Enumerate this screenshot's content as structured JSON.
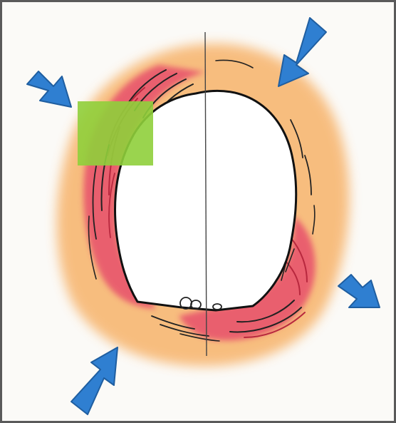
{
  "illustration": {
    "subject": "tunnel-cross-section",
    "colors": {
      "outer_halo": "#f7b36a",
      "inner_zone": "#e8586d",
      "arrow_fill": "#2f7fd1",
      "arrow_stroke": "#1f5ea0",
      "highlight_box": "#8fcf3b",
      "outline": "#111111",
      "frame_border": "#5a5a5a"
    },
    "arrows": [
      {
        "name": "top-left",
        "direction": "down-right"
      },
      {
        "name": "top-right",
        "direction": "down-left"
      },
      {
        "name": "bottom-left",
        "direction": "up-right"
      },
      {
        "name": "right",
        "direction": "down-right"
      }
    ],
    "highlight_box": {
      "visible": true,
      "opacity": 0.9
    },
    "centerline": {
      "visible": true
    }
  }
}
